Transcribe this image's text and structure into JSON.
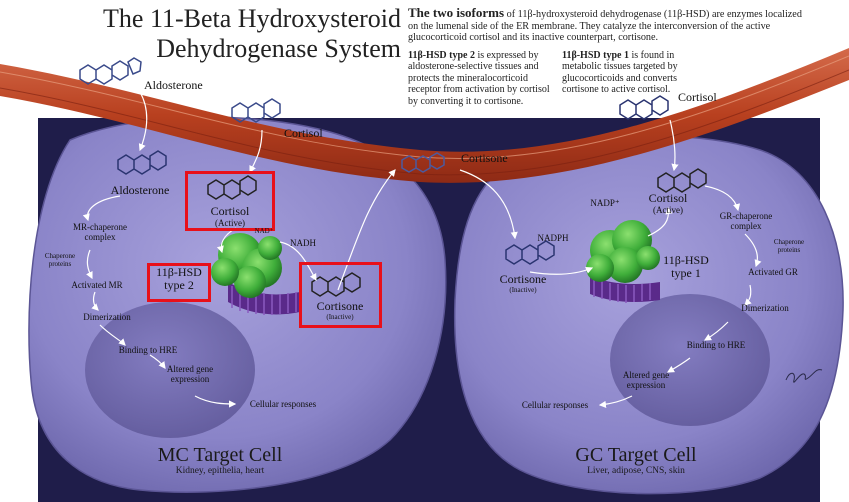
{
  "title": {
    "line1": "The 11-Beta Hydroxysteroid",
    "line2": "Dehydrogenase System"
  },
  "intro": {
    "lead": "The two isoforms",
    "text": " of 11β-hydroxysteroid dehydrogenase (11β-HSD) are enzymes localized on the lumenal side of the ER membrane. They catalyze the interconversion of the active glucocorticoid cortisol and its inactive counterpart, cortisone."
  },
  "type2_note": {
    "lead": "11β-HSD type 2",
    "text": " is expressed by aldosterone-selective tissues and protects the mineralocorticoid receptor from activation by cortisol by converting it to cortisone."
  },
  "type1_note": {
    "lead": "11β-HSD type 1",
    "text": " is found in metabolic tissues targeted by glucocorticoids and converts cortisone to active cortisol."
  },
  "vessel_labels": {
    "aldosterone": "Aldosterone",
    "cortisol_left": "Cortisol",
    "cortisone_center": "Cortisone",
    "cortisol_right": "Cortisol"
  },
  "mc_cell": {
    "name": "MC Target Cell",
    "tissues": "Kidney, epithelia, heart",
    "aldosterone": "Aldosterone",
    "mr_complex": "MR-chaperone complex",
    "chaperone": "Chaperone proteins",
    "activated_mr": "Activated MR",
    "dimerization": "Dimerization",
    "binding": "Binding to HRE",
    "altered_gene": "Altered gene expression",
    "responses": "Cellular responses",
    "cortisol": "Cortisol",
    "cortisol_state": "(Active)",
    "nad": "NAD⁺",
    "nadh": "NADH",
    "enzyme": "11β-HSD type 2",
    "cortisone": "Cortisone",
    "cortisone_state": "(Inactive)"
  },
  "gc_cell": {
    "name": "GC Target Cell",
    "tissues": "Liver, adipose, CNS, skin",
    "cortisol": "Cortisol",
    "cortisol_state": "(Active)",
    "nadp": "NADP⁺",
    "nadph": "NADPH",
    "enzyme": "11β-HSD type 1",
    "cortisone": "Cortisone",
    "cortisone_state": "(Inactive)",
    "gr_complex": "GR-chaperone complex",
    "chaperone": "Chaperone proteins",
    "activated_gr": "Activated GR",
    "dimerization": "Dimerization",
    "binding": "Binding to HRE",
    "altered_gene": "Altered gene expression",
    "responses": "Cellular responses"
  },
  "colors": {
    "background_panel": "#1f1d4a",
    "cell_fill": "#8a84c8",
    "nucleus_fill": "#6f68ad",
    "vessel": "#c04a2a",
    "enzyme": "#3fae3a",
    "membrane": "#5a2a8a",
    "highlight": "#e8101a"
  },
  "icons": [
    "steroid-molecule-icon",
    "enzyme-protein-icon",
    "membrane-bilayer-icon",
    "artist-signature-icon"
  ]
}
